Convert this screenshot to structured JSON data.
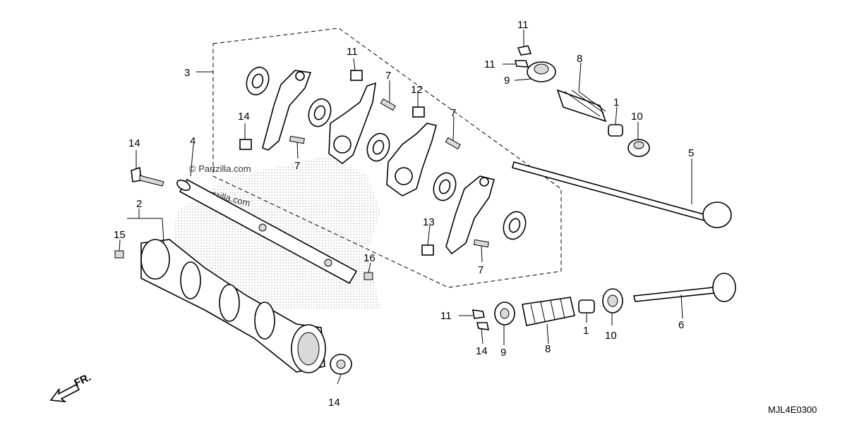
{
  "diagram": {
    "code": "MJL4E0300",
    "watermark": "© Partzilla.com",
    "direction_label": "FR.",
    "callouts": [
      {
        "id": "c1a",
        "text": "1"
      },
      {
        "id": "c1b",
        "text": "1"
      },
      {
        "id": "c2",
        "text": "2"
      },
      {
        "id": "c3",
        "text": "3"
      },
      {
        "id": "c4",
        "text": "4"
      },
      {
        "id": "c5",
        "text": "5"
      },
      {
        "id": "c6",
        "text": "6"
      },
      {
        "id": "c7a",
        "text": "7"
      },
      {
        "id": "c7b",
        "text": "7"
      },
      {
        "id": "c7c",
        "text": "7"
      },
      {
        "id": "c7d",
        "text": "7"
      },
      {
        "id": "c8a",
        "text": "8"
      },
      {
        "id": "c8b",
        "text": "8"
      },
      {
        "id": "c9a",
        "text": "9"
      },
      {
        "id": "c9b",
        "text": "9"
      },
      {
        "id": "c10a",
        "text": "10"
      },
      {
        "id": "c10b",
        "text": "10"
      },
      {
        "id": "c11a",
        "text": "11"
      },
      {
        "id": "c11b",
        "text": "11"
      },
      {
        "id": "c11c",
        "text": "11"
      },
      {
        "id": "c11d",
        "text": "11"
      },
      {
        "id": "c12",
        "text": "12"
      },
      {
        "id": "c13",
        "text": "13"
      },
      {
        "id": "c14a",
        "text": "14"
      },
      {
        "id": "c14b",
        "text": "14"
      },
      {
        "id": "c14c",
        "text": "14"
      },
      {
        "id": "c14d",
        "text": "14"
      },
      {
        "id": "c15",
        "text": "15"
      },
      {
        "id": "c16",
        "text": "16"
      }
    ]
  }
}
